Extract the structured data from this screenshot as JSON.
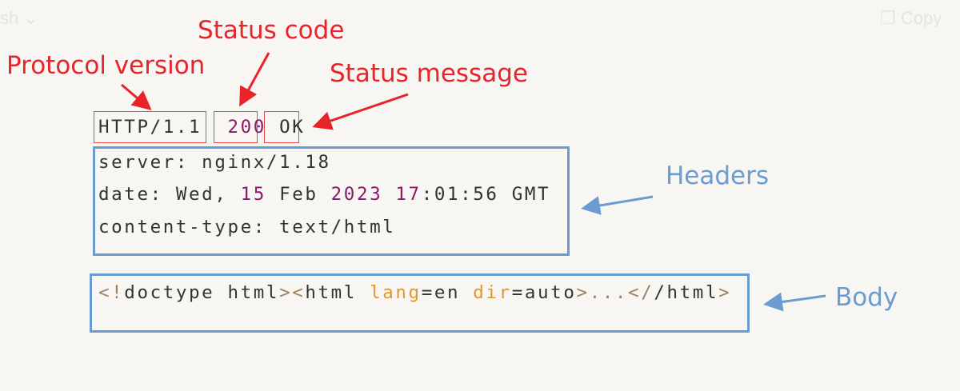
{
  "toolbar": {
    "language_label": "sh",
    "copy_label": "Copy"
  },
  "annotations": {
    "protocol_version": "Protocol version",
    "status_code": "Status code",
    "status_message": "Status message",
    "headers": "Headers",
    "body": "Body"
  },
  "status_line": {
    "protocol": "HTTP/1.1",
    "code": "200",
    "message": "OK"
  },
  "headers": {
    "server_key": "server: ",
    "server_val": "nginx/1.18",
    "date_key": "date: ",
    "date_p1": "Wed, ",
    "date_day": "15",
    "date_p2": " Feb ",
    "date_year": "2023",
    "date_p3": " ",
    "date_hour": "17",
    "date_p4": ":01:56 GMT",
    "ctype_key": "content-type: ",
    "ctype_val": "text/html"
  },
  "body": {
    "t1": "<!",
    "t2": "doctype html",
    "t3": "><",
    "t4": "html ",
    "t5": "lang",
    "t6": "=en ",
    "t7": "dir",
    "t8": "=auto",
    "t9": ">...</",
    "t10": "/html",
    "t11": ">"
  },
  "colors": {
    "annotation_red": "#e8232a",
    "annotation_blue": "#6a9bd1",
    "number": "#8b1a6b",
    "attribute": "#e3962c"
  }
}
